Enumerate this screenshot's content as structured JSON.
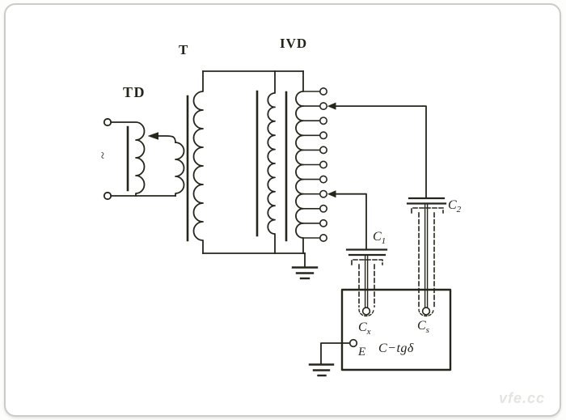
{
  "labels": {
    "regulator": "TD",
    "transformer": "T",
    "divider": "IVD",
    "source": "~"
  },
  "capacitors": {
    "c1": {
      "base": "C",
      "sub": "1"
    },
    "c2": {
      "base": "C",
      "sub": "2"
    },
    "cx": {
      "base": "C",
      "sub": "x"
    },
    "cs": {
      "base": "C",
      "sub": "s"
    }
  },
  "bridge": {
    "device": "C−tgδ",
    "earth_terminal": "E"
  },
  "watermark": "vfe.cc",
  "colors": {
    "line": "#26261c",
    "card_border": "#cbcbc8",
    "watermark": "#e4e4e1"
  }
}
